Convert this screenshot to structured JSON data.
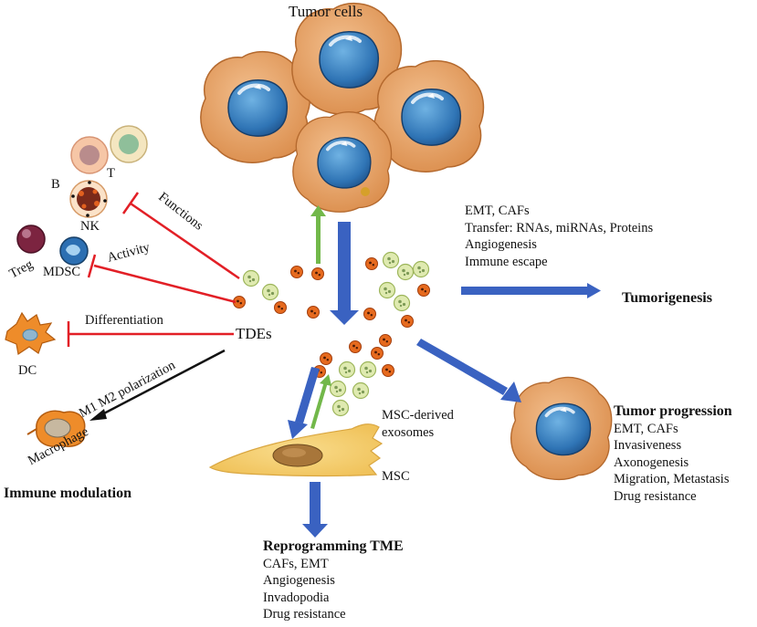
{
  "colors": {
    "inhibit_red": "#e21f26",
    "arrow_blue": "#3a62c1",
    "arrow_green": "#72b84a",
    "cell_fill": "#e8a265",
    "nucleus_blue": "#2f74b5",
    "exosome_green": "#d8e6a6",
    "exosome_orange": "#e2611f"
  },
  "labels": {
    "tumor_cells": "Tumor cells",
    "tdes": "TDEs",
    "b": "B",
    "t": "T",
    "nk": "NK",
    "treg": "Treg",
    "mdsc": "MDSC",
    "dc": "DC",
    "macrophage": "Macrophage",
    "functions": "Functions",
    "activity": "Activity",
    "differentiation": "Differentiation",
    "polarization": "M1 M2 polarization",
    "immune_modulation": "Immune modulation",
    "msc_exo_1": "MSC-derived",
    "msc_exo_2": "exosomes",
    "msc": "MSC"
  },
  "tumorigenesis": {
    "items": [
      "EMT,  CAFs",
      "Transfer: RNAs, miRNAs, Proteins",
      "Angiogenesis",
      "Immune escape"
    ],
    "title": "Tumorigenesis"
  },
  "progression": {
    "title": "Tumor progression",
    "items": [
      "EMT, CAFs",
      "Invasiveness",
      "Axonogenesis",
      "Migration, Metastasis",
      "Drug resistance"
    ]
  },
  "reprogramming": {
    "title": "Reprogramming TME",
    "items": [
      "CAFs, EMT",
      "Angiogenesis",
      "Invadopodia",
      "Drug resistance"
    ]
  }
}
